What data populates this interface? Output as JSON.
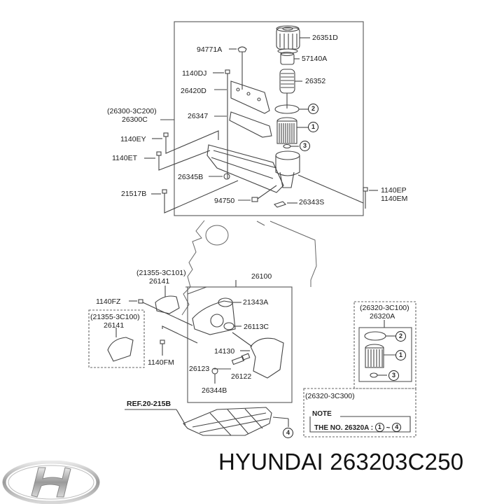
{
  "diagram": {
    "type": "exploded parts diagram",
    "subject": "oil filter housing / oil pump assembly",
    "upper_group": {
      "parent_label_ref": "(26300-3C200)",
      "parent_label": "26300C",
      "parts": [
        {
          "id": "26351D"
        },
        {
          "id": "94771A"
        },
        {
          "id": "57140A"
        },
        {
          "id": "1140DJ"
        },
        {
          "id": "26352"
        },
        {
          "id": "26420D"
        },
        {
          "id": "26347"
        },
        {
          "id": "1140EY"
        },
        {
          "id": "1140ET"
        },
        {
          "id": "26345B"
        },
        {
          "id": "21517B"
        },
        {
          "id": "94750"
        },
        {
          "id": "26343S"
        },
        {
          "id": "1140EP"
        },
        {
          "id": "1140EM"
        }
      ],
      "callouts": [
        "2",
        "1",
        "3"
      ]
    },
    "lower_group": {
      "cover_a_ref": "(21355-3C101)",
      "cover_a": "26141",
      "cover_b_ref": "(21355-3C100)",
      "cover_b": "26141",
      "bolt_1": "1140FZ",
      "bolt_2": "1140FM",
      "pump_label": "26100",
      "parts": [
        {
          "id": "21343A"
        },
        {
          "id": "26113C"
        },
        {
          "id": "14130"
        },
        {
          "id": "26123"
        },
        {
          "id": "26122"
        },
        {
          "id": "26344B"
        }
      ]
    },
    "filter_kit": {
      "ref": "(26320-3C100)",
      "label": "26320A",
      "callouts": [
        "2",
        "1",
        "3"
      ],
      "alt_ref": "(26320-3C300)",
      "note_title": "NOTE",
      "note_prefix": "THE NO. 26320A :",
      "note_from": "1",
      "note_dash": "~",
      "note_to": "4"
    },
    "oil_pan": {
      "ref": "REF.20-215B",
      "callout": "4"
    }
  },
  "footer": {
    "brand": "HYUNDAI",
    "part_number": "263203C250",
    "text": "HYUNDAI 263203C250",
    "logo": "hyundai-logo"
  }
}
